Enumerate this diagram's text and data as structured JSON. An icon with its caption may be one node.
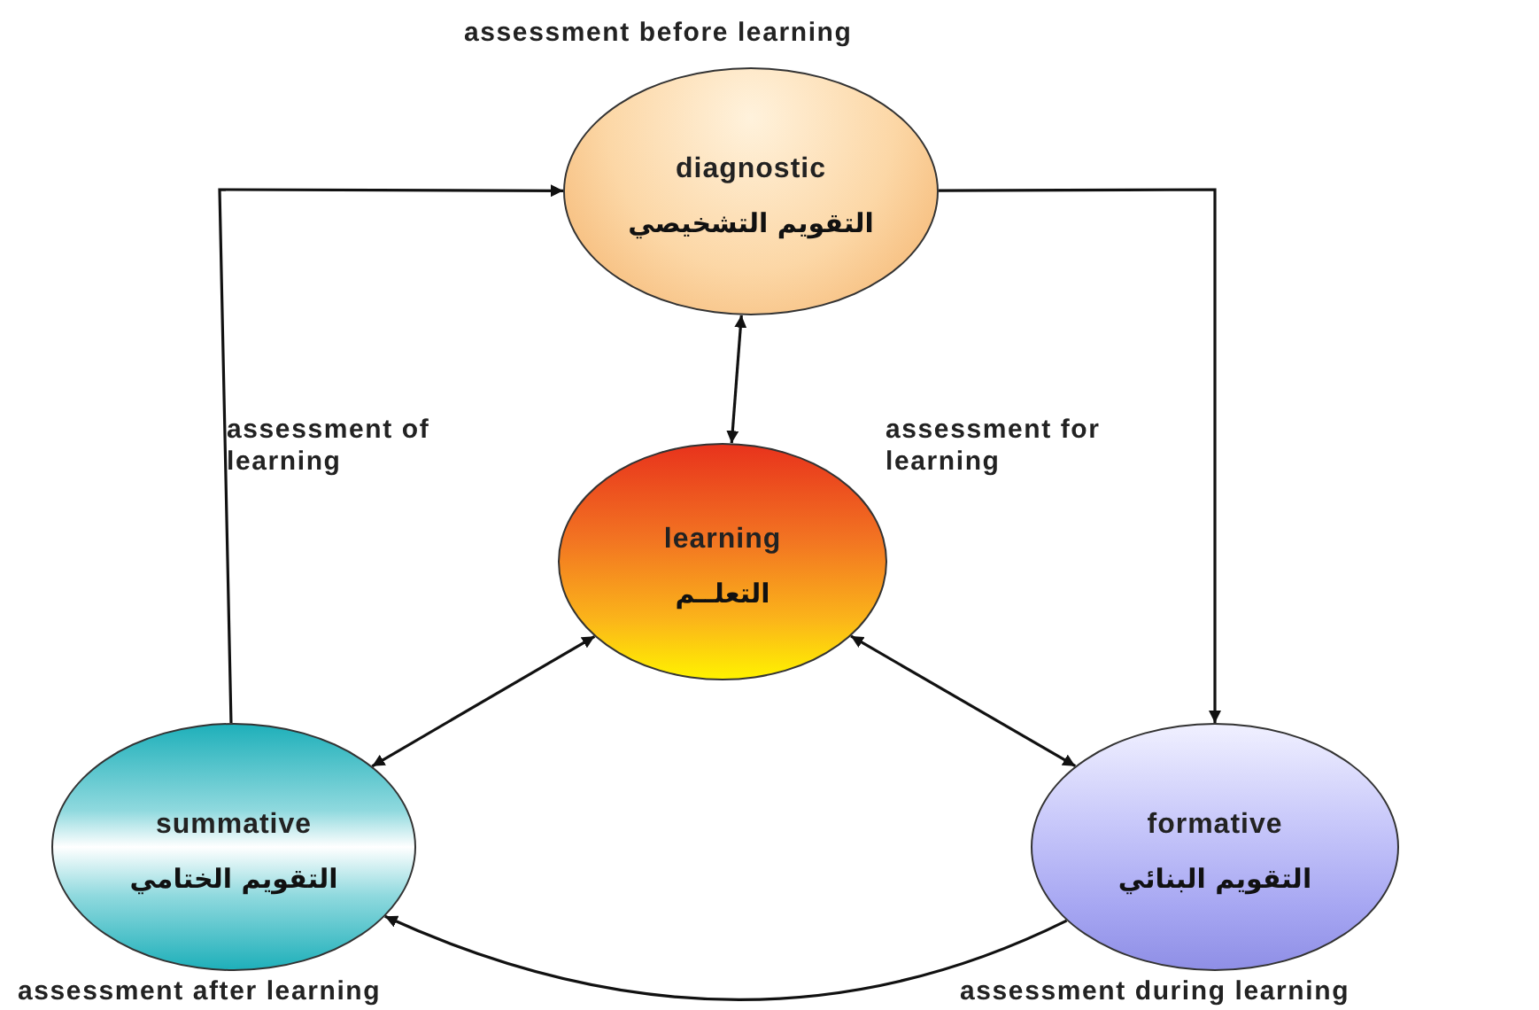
{
  "diagram": {
    "nodes": [
      {
        "text": [
          "diagnostic",
          "التقويم التشخيصي"
        ],
        "beside": [
          "assessment before learning"
        ]
      },
      {
        "text": [
          "learning",
          "التعلــم"
        ]
      },
      {
        "text": [
          "summative",
          "التقويم الختامي"
        ],
        "beside": [
          "assessment after learning"
        ]
      },
      {
        "text": [
          "formative",
          "التقويم البنائي"
        ],
        "beside": [
          "assessment during learning"
        ]
      }
    ],
    "edges": [
      {
        "from": 2,
        "to": 0,
        "arrow": "to",
        "label": "assessment of learning"
      },
      {
        "from": 0,
        "to": 3,
        "arrow": "to",
        "label": "assessment for learning"
      },
      {
        "from": 0,
        "to": 1,
        "arrow": "both"
      },
      {
        "from": 1,
        "to": 2,
        "arrow": "both"
      },
      {
        "from": 1,
        "to": 3,
        "arrow": "both"
      },
      {
        "from": 3,
        "to": 2,
        "arrow": "to"
      }
    ]
  }
}
